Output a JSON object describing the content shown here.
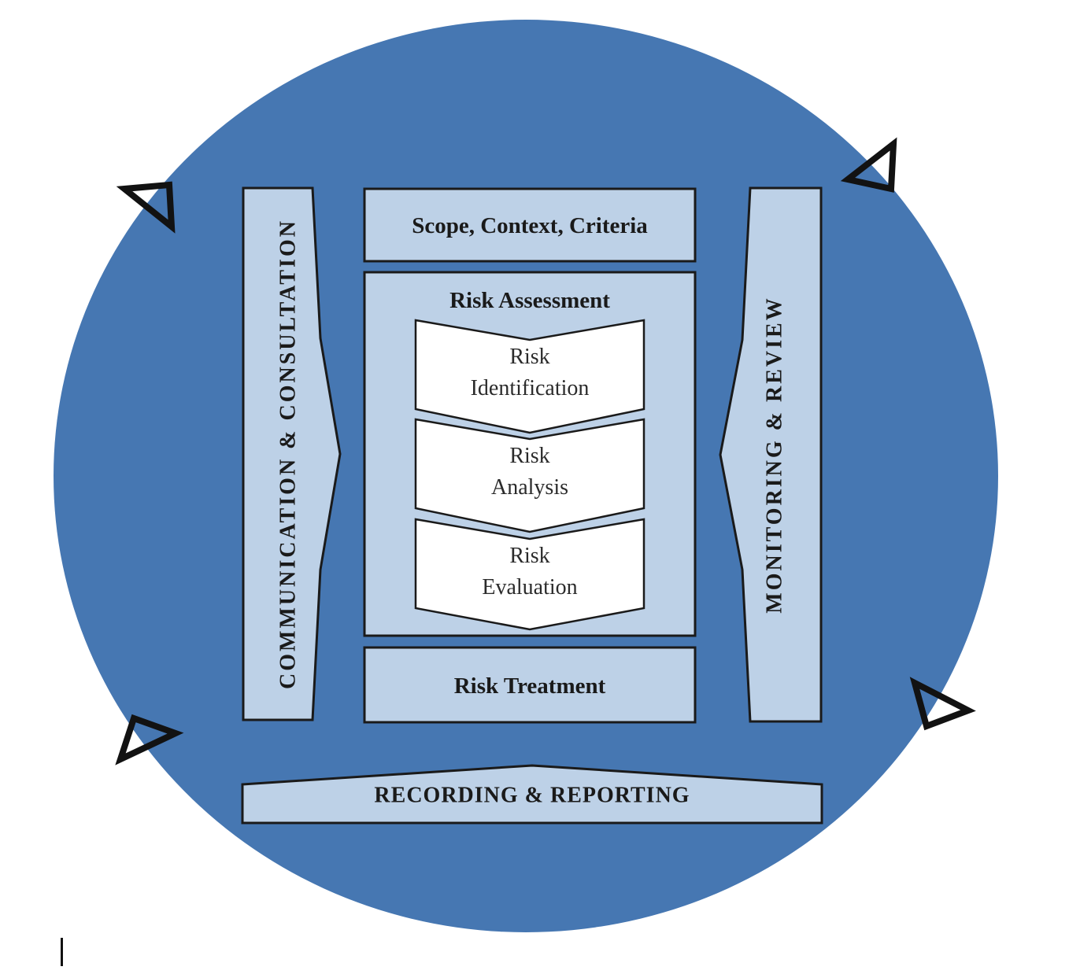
{
  "colors": {
    "circle": "#4677B2",
    "panel": "#BDD1E7",
    "chevron": "#FFFFFF",
    "outline": "#1A1A1A"
  },
  "diagram": {
    "communication_banner": "COMMUNICATION & CONSULTATION",
    "monitoring_banner": "MONITORING & REVIEW",
    "recording_banner": "RECORDING & REPORTING",
    "scope_box": "Scope, Context, Criteria",
    "risk_assessment_title": "Risk Assessment",
    "steps": [
      {
        "line1": "Risk",
        "line2": "Identification"
      },
      {
        "line1": "Risk",
        "line2": "Analysis"
      },
      {
        "line1": "Risk",
        "line2": "Evaluation"
      }
    ],
    "risk_treatment": "Risk Treatment"
  },
  "icons": {
    "rotation_arrow": "hollow-triangle-arrowhead",
    "text_cursor": "text-caret"
  }
}
